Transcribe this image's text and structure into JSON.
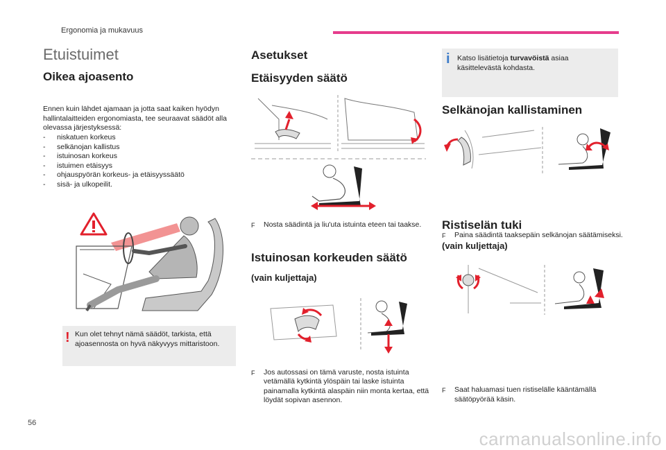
{
  "header": {
    "section": "Ergonomia ja mukavuus",
    "accent": "#e63c8c"
  },
  "page_title": "Etuistuimet",
  "col1": {
    "heading": "Oikea ajoasento",
    "intro": "Ennen kuin lähdet ajamaan ja jotta saat kaiken hyödyn hallintalaitteiden ergonomiasta, tee seuraavat säädöt alla olevassa järjestyksessä:",
    "items": [
      "niskatuen korkeus",
      "selkänojan kallistus",
      "istuinosan korkeus",
      "istuimen etäisyys",
      "ohjauspyörän korkeus- ja etäisyyssäätö",
      "sisä- ja ulkopeilit."
    ],
    "warning": "Kun olet tehnyt nämä säädöt, tarkista, että ajoasennosta on hyvä näkyvyys mittaristoon."
  },
  "col2": {
    "heading": "Asetukset",
    "distance_heading": "Etäisyyden säätö",
    "distance_text": "Nosta säädintä ja liu'uta istuinta eteen tai taakse.",
    "height_heading": "Istuinosan korkeuden säätö",
    "height_sub": "(vain kuljettaja)",
    "height_text": "Jos autossasi on tämä varuste, nosta istuinta vetämällä kytkintä ylöspäin tai laske istuinta painamalla kytkintä alaspäin niin monta kertaa, että löydät sopivan asennon."
  },
  "col3": {
    "info_prefix": "Katso lisätietoja ",
    "info_bold": "turvavöistä",
    "info_suffix": " asiaa käsittelevästä kohdasta.",
    "recline_heading": "Selkänojan kallistaminen",
    "recline_text": "Paina säädintä taaksepäin selkänojan säätämiseksi.",
    "lumbar_heading": "Ristiselän tuki",
    "lumbar_sub": "(vain kuljettaja)",
    "lumbar_text": "Saat haluamasi tuen ristiselälle kääntämällä säätöpyörää käsin."
  },
  "bullet_glyph": "F",
  "warning_glyph": "!",
  "info_glyph": "i",
  "page_number": "56",
  "footer_url": "carmanualsonline.info",
  "colors": {
    "arrow_red": "#e2202c",
    "warning_red": "#e2202c",
    "info_blue": "#3d7cc9",
    "box_gray": "#ececec"
  }
}
